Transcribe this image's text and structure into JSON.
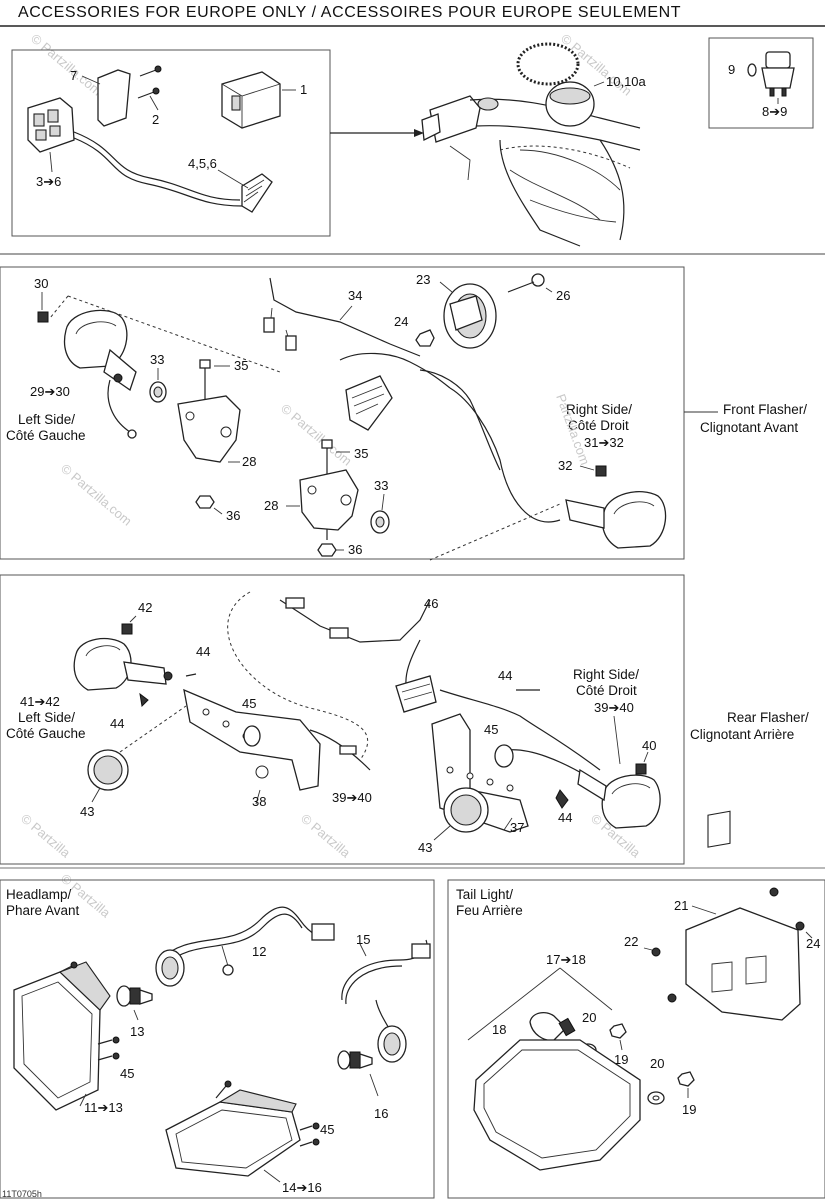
{
  "header": {
    "title": "ACCESSORIES FOR EUROPE ONLY / ACCESSOIRES POUR EUROPE SEULEMENT"
  },
  "sections": {
    "front_flasher": {
      "title_line1": "Front Flasher/",
      "title_line2": "Clignotant Avant"
    },
    "rear_flasher": {
      "title_line1": "Rear Flasher/",
      "title_line2": "Clignotant Arrière"
    },
    "headlamp": {
      "title_line1": "Headlamp/",
      "title_line2": "Phare Avant"
    },
    "tail_light": {
      "title_line1": "Tail Light/",
      "title_line2": "Feu Arrière"
    }
  },
  "side_labels": {
    "front_left_line1": "Left Side/",
    "front_left_line2": "Côté Gauche",
    "front_right_line1": "Right Side/",
    "front_right_line2": "Côté Droit",
    "rear_left_line1": "Left Side/",
    "rear_left_line2": "Côté Gauche",
    "rear_right_line1": "Right Side/",
    "rear_right_line2": "Côté Droit"
  },
  "callouts": {
    "c1": "1",
    "c2": "2",
    "c3_6": "3➔6",
    "c4_5_6": "4,5,6",
    "c7": "7",
    "c10": "10,10a",
    "c9": "9",
    "c8_9": "8➔9",
    "c30": "30",
    "c29_30": "29➔30",
    "c33a": "33",
    "c35a": "35",
    "c28a": "28",
    "c36a": "36",
    "c34": "34",
    "c23": "23",
    "c24a": "24",
    "c26": "26",
    "c31_32": "31➔32",
    "c32": "32",
    "c35b": "35",
    "c33b": "33",
    "c28b": "28",
    "c36b": "36",
    "c42": "42",
    "c44a": "44",
    "c41_42": "41➔42",
    "c44b": "44",
    "c45a": "45",
    "c43a": "43",
    "c38": "38",
    "c39_40a": "39➔40",
    "c46": "46",
    "c44c": "44",
    "c39_40b": "39➔40",
    "c45b": "45",
    "c40": "40",
    "c37": "37",
    "c44d": "44",
    "c43b": "43",
    "c12": "12",
    "c15": "15",
    "c13": "13",
    "c45c": "45",
    "c11_13": "11➔13",
    "c16": "16",
    "c45d": "45",
    "c14_16": "14➔16",
    "c21": "21",
    "c22": "22",
    "c24b": "24",
    "c17_18": "17➔18",
    "c18": "18",
    "c20a": "20",
    "c19a": "19",
    "c20b": "20",
    "c19b": "19"
  },
  "watermarks": {
    "brand": "© Partzilla.com",
    "brand_short": "© Partzilla",
    "brand_site": "Partzilla.com"
  },
  "footer": {
    "code": "11T0705h"
  }
}
